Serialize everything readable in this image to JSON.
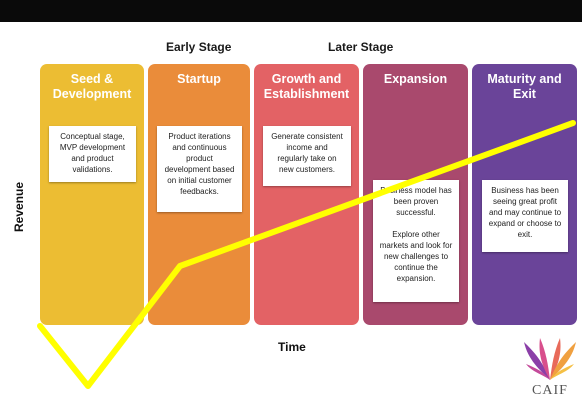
{
  "stage_headers": {
    "early": "Early Stage",
    "later": "Later Stage"
  },
  "axes": {
    "y_label": "Revenue",
    "x_label": "Time"
  },
  "stages": [
    {
      "title": "Seed &\nDevelopment",
      "color": "#ecbd33",
      "text": "Conceptual stage,\nMVP development\nand product\nvalidations."
    },
    {
      "title": "Startup",
      "color": "#ea8c3a",
      "text": "Product iterations\nand continuous\nproduct\ndevelopment based\non initial customer\nfeedbacks."
    },
    {
      "title": "Growth and\nEstablishment",
      "color": "#e36265",
      "text": "Generate consistent\nincome and\nregularly take on\nnew customers."
    },
    {
      "title": "Expansion",
      "color": "#a9496d",
      "text": "Business model has\nbeen proven\nsuccessful.\n\nExplore other\nmarkets and look for\nnew challenges to\ncontinue the\nexpansion."
    },
    {
      "title": "Maturity and\nExit",
      "color": "#6a4499",
      "text": "Business has been\nseeing great profit\nand may continue to\nexpand or choose to\nexit."
    }
  ],
  "curve": {
    "color": "#ffff00"
  },
  "logo": {
    "text": "CAIF"
  }
}
